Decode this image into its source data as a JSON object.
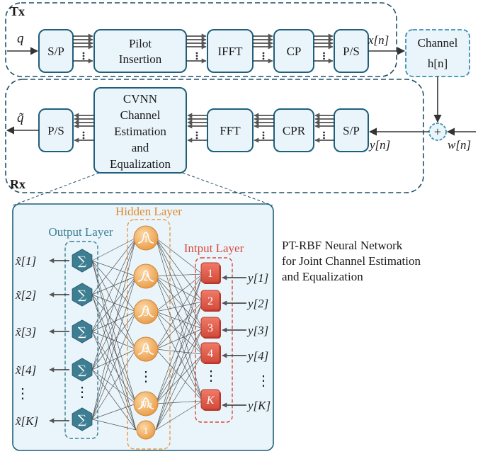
{
  "tx": {
    "label": "Tx",
    "input": "q",
    "blocks": {
      "sp": "S/P",
      "pilot_1": "Pilot",
      "pilot_2": "Insertion",
      "ifft": "IFFT",
      "cp": "CP",
      "ps": "P/S"
    },
    "output": "x[n]"
  },
  "channel": {
    "label": "Channel",
    "symbol": "h[n]"
  },
  "noise": {
    "symbol": "w[n]",
    "adder": "+"
  },
  "rx": {
    "label": "Rx",
    "input": "y[n]",
    "output": "q̃",
    "blocks": {
      "sp": "S/P",
      "cpr": "CPR",
      "fft": "FFT",
      "ps": "P/S",
      "cvnn": [
        "CVNN",
        "Channel",
        "Estimation",
        "and",
        "Equalization"
      ]
    }
  },
  "network": {
    "hidden_title": "Hidden Layer",
    "output_title": "Output Layer",
    "input_title": "Intput Layer",
    "output_labels": [
      "x̃[1]",
      "x̃[2]",
      "x̃[3]",
      "x̃[4]",
      "⋮",
      "x̃[K]"
    ],
    "input_labels": [
      "y[1]",
      "y[2]",
      "y[3]",
      "y[4]",
      "⋮",
      "y[K]"
    ],
    "input_nodes": [
      "1",
      "2",
      "3",
      "4",
      "K"
    ],
    "hidden_nodes": [
      "1",
      "2",
      "3",
      "4",
      "Nh",
      "1"
    ],
    "sum_symbol": "∑",
    "ellipsis": "⋮"
  },
  "caption": [
    "PT-RBF Neural Network",
    "for Joint Channel Estimation",
    "and Equalization"
  ],
  "colors": {
    "block_fill": "#eaf5fb",
    "block_stroke": "#1f5f7a",
    "hidden": "#f2b36a",
    "input": "#e35f4f",
    "output": "#3d7e93"
  }
}
